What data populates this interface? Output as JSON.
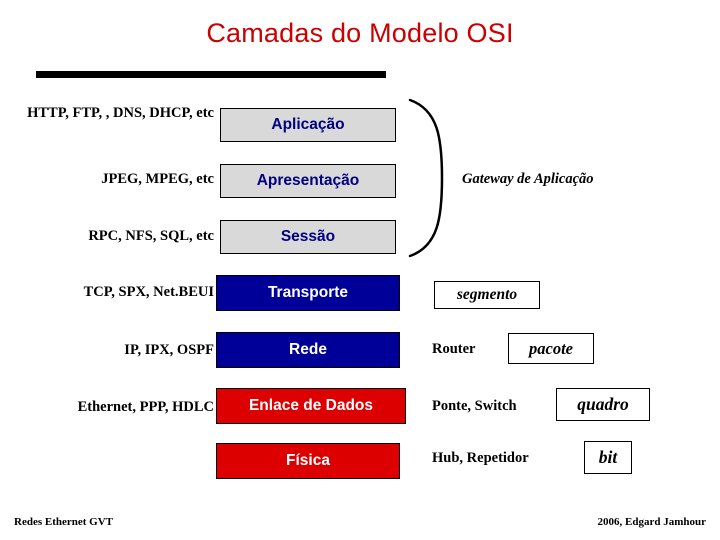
{
  "slide": {
    "title": "Camadas do Modelo OSI",
    "title_color": "#cc0000",
    "rule_color": "#000000",
    "footer_left": "Redes Ethernet GVT",
    "footer_right": "2006, Edgard Jamhour"
  },
  "colors": {
    "layer_grey_bg": "#d9d9d9",
    "layer_grey_text": "#000080",
    "layer_blue_bg": "#000099",
    "layer_blue_text": "#ffffff",
    "layer_red_bg": "#dd0000",
    "layer_red_text": "#ffffff",
    "border": "#000000"
  },
  "protocols": [
    {
      "text": "HTTP, FTP, , DNS, DHCP, etc"
    },
    {
      "text": "JPEG, MPEG, etc"
    },
    {
      "text": "RPC, NFS, SQL, etc"
    },
    {
      "text": "TCP, SPX, Net.BEUI"
    },
    {
      "text": "IP, IPX, OSPF"
    },
    {
      "text": "Ethernet, PPP, HDLC"
    }
  ],
  "layers": [
    {
      "name": "Aplicação",
      "style": "grey"
    },
    {
      "name": "Apresentação",
      "style": "grey"
    },
    {
      "name": "Sessão",
      "style": "grey"
    },
    {
      "name": "Transporte",
      "style": "blue"
    },
    {
      "name": "Rede",
      "style": "blue"
    },
    {
      "name": "Enlace de Dados",
      "style": "red"
    },
    {
      "name": "Física",
      "style": "red"
    }
  ],
  "right_side": {
    "gateway_label": "Gateway de Aplicação",
    "devices": [
      {
        "device": "",
        "pdu": "segmento"
      },
      {
        "device": "Router",
        "pdu": "pacote"
      },
      {
        "device": "Ponte, Switch",
        "pdu": "quadro"
      },
      {
        "device": "Hub, Repetidor",
        "pdu": "bit"
      }
    ]
  }
}
